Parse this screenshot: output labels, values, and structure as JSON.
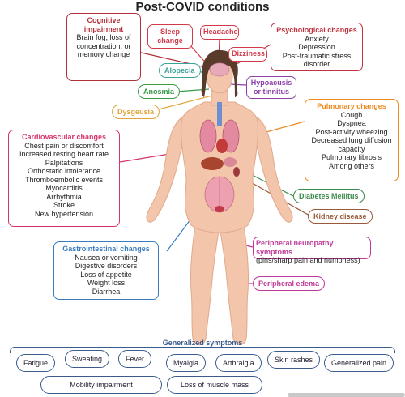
{
  "title": "Post-COVID conditions",
  "cognitive": {
    "head": "Cognitive impairment",
    "body": "Brain fog, loss of concentration, or memory change"
  },
  "sleep": "Sleep change",
  "headache": "Headache",
  "dizziness": "Dizziness",
  "psych": {
    "head": "Psychological changes",
    "items": [
      "Anxiety",
      "Depression",
      "Post-traumatic stress disorder"
    ]
  },
  "alopecia": "Alopecia",
  "anosmia": "Anosmia",
  "hypoacusis": "Hypoacusis or tinnitus",
  "dysgeusia": "Dysgeusia",
  "pulmonary": {
    "head": "Pulmonary changes",
    "items": [
      "Cough",
      "Dyspnea",
      "Post-activity wheezing",
      "Decreased lung diffusion capacity",
      "Pulmonary fibrosis",
      "Among others"
    ]
  },
  "cardio": {
    "head": "Cardiovascular changes",
    "items": [
      "Chest pain or discomfort",
      "Increased resting heart rate",
      "Palpitations",
      "Orthostatic intolerance",
      "Thromboembolic events",
      "Myocarditis",
      "Arrhythmia",
      "Stroke",
      "New hypertension"
    ]
  },
  "diabetes": "Diabetes Mellitus",
  "kidney": "Kidney disease",
  "neuro": {
    "head": "Peripheral neuropathy symptoms",
    "body": "(pins/sharp pain and numbness)"
  },
  "gastro": {
    "head": "Gastrointestinal changes",
    "items": [
      "Nausea or vomiting",
      "Digestive disorders",
      "Loss of appetite",
      "Weight loss",
      "Diarrhea"
    ]
  },
  "edema": "Peripheral edema",
  "generalized": {
    "title": "Generalized symptoms",
    "items": [
      "Fatigue",
      "Sweating",
      "Fever",
      "Myalgia",
      "Arthralgia",
      "Skin rashes",
      "Generalized pain",
      "Mobility impairment",
      "Loss of muscle mass"
    ]
  },
  "colors": {
    "cognitive": "#b0313a",
    "sleep": "#d23a4a",
    "psych": "#c0333e",
    "alopecia": "#3aa39a",
    "anosmia": "#3b9a4a",
    "hypoacusis": "#8b3fa8",
    "dysgeusia": "#e0a43a",
    "pulmonary": "#ef8a1f",
    "cardio": "#d6336c",
    "diabetes": "#3a8a4a",
    "kidney": "#9a5a3a",
    "neuro": "#c03a9a",
    "gastro": "#3a7cc0",
    "general": "#3a5c8c"
  }
}
